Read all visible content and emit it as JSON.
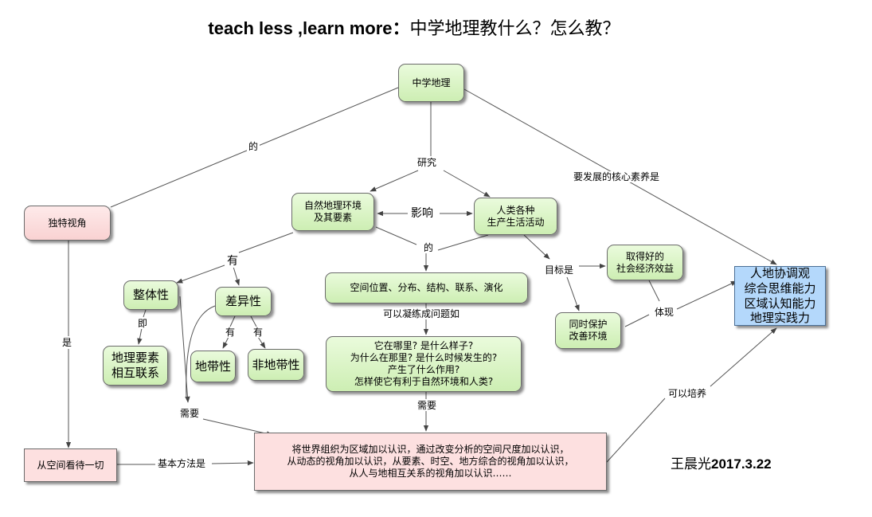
{
  "title": {
    "en": "teach less ,learn more：",
    "zh": "中学地理教什么？怎么教？"
  },
  "nodes": {
    "center": "中学地理",
    "perspective": "独特视角",
    "natural": "自然地理环境\n及其要素",
    "human": "人类各种\n生产生活活动",
    "integrity": "整体性",
    "difference": "差异性",
    "interrelation": "地理要素\n相互联系",
    "zonal": "地带性",
    "azonal": "非地带性",
    "spatial": "空间位置、分布、结构、联系、演化",
    "questions": "它在哪里? 是什么样子?\n为什么在那里? 是什么时候发生的?\n产生了什么作用?\n怎样使它有利于自然环境和人类?",
    "benefit": "取得好的\n社会经济效益",
    "protect": "同时保护\n改善环境",
    "literacy": "人地协调观\n综合思维能力\n区域认知能力\n地理实践力",
    "space_view": "从空间看待一切",
    "method": "将世界组织为区域加以认识，通过改变分析的空间尺度加以认识，\n从动态的视角加以认识，从要素、时空、地方综合的视角加以认识，\n从人与地相互关系的视角加以认识……"
  },
  "labels": {
    "of1": "的",
    "study": "研究",
    "core": "要发展的核心素养是",
    "influence": "影响",
    "of2": "的",
    "has": "有",
    "namely": "即",
    "has2": "有",
    "has3": "有",
    "is": "是",
    "need1": "需要",
    "condense": "可以凝练成问题如",
    "need2": "需要",
    "goal": "目标是",
    "embody": "体现",
    "cultivate": "可以培养",
    "basic": "基本方法是"
  },
  "signature": {
    "name": "王晨光",
    "date": "2017.3.22"
  }
}
